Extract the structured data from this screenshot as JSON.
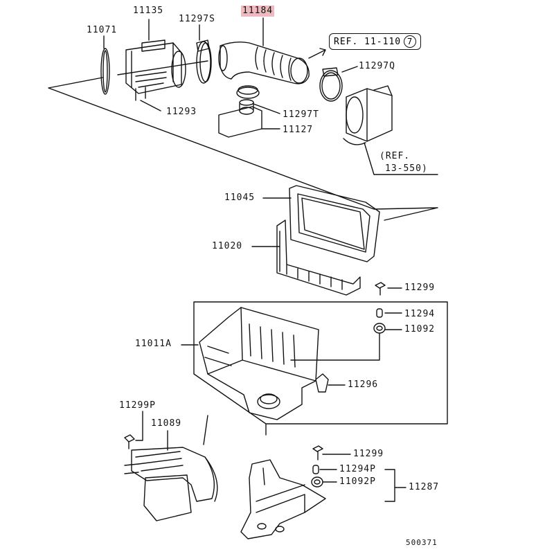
{
  "labels": {
    "p11135": "11135",
    "p11071": "11071",
    "p11297s": "11297S",
    "p11184": "11184",
    "ref_prefix": "REF. 11-110",
    "ref_circle": "7",
    "p11297q": "11297Q",
    "p11293": "11293",
    "p11297t": "11297T",
    "p11127": "11127",
    "ref13_line1": "(REF.",
    "ref13_line2": "13-550)",
    "p11045": "11045",
    "p11020": "11020",
    "p11299_top": "11299",
    "p11294": "11294",
    "p11092": "11092",
    "p11011a": "11011A",
    "p11296": "11296",
    "p11299p": "11299P",
    "p11089": "11089",
    "p11299_bottom": "11299",
    "p11294p": "11294P",
    "p11092p": "11092P",
    "p11287": "11287",
    "diagram_no": "500371"
  },
  "colors": {
    "line": "#111111",
    "highlight": "#f0b8bf"
  },
  "highlighted_part": "11184"
}
